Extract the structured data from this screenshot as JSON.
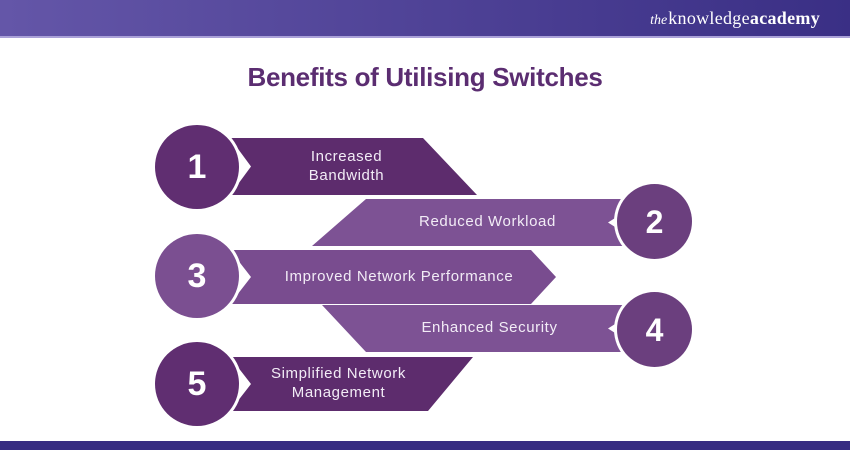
{
  "header": {
    "logo_the": "the",
    "logo_knowledge": "knowledge",
    "logo_academy": "academy"
  },
  "title": "Benefits of Utilising Switches",
  "benefits": [
    {
      "number": "1",
      "label": "Increased Bandwidth",
      "banner_color": "#5d2c6d",
      "circle_color": "#602e71"
    },
    {
      "number": "2",
      "label": "Reduced Workload",
      "banner_color": "#7d5294",
      "circle_color": "#6b3f7e"
    },
    {
      "number": "3",
      "label": "Improved Network Performance",
      "banner_color": "#794c8f",
      "circle_color": "#7b4f91"
    },
    {
      "number": "4",
      "label": "Enhanced Security",
      "banner_color": "#7d5294",
      "circle_color": "#6b3f7e"
    },
    {
      "number": "5",
      "label": "Simplified Network Management",
      "banner_color": "#5d2c6d",
      "circle_color": "#602e71"
    }
  ],
  "colors": {
    "topbar_gradient_start": "#6456a8",
    "topbar_gradient_end": "#3a2f85",
    "topbar_underline": "#aaa1d8",
    "title_text": "#5b2d71",
    "bottombar": "#372c82",
    "background": "#ffffff",
    "label_text": "#f2ecf6"
  }
}
